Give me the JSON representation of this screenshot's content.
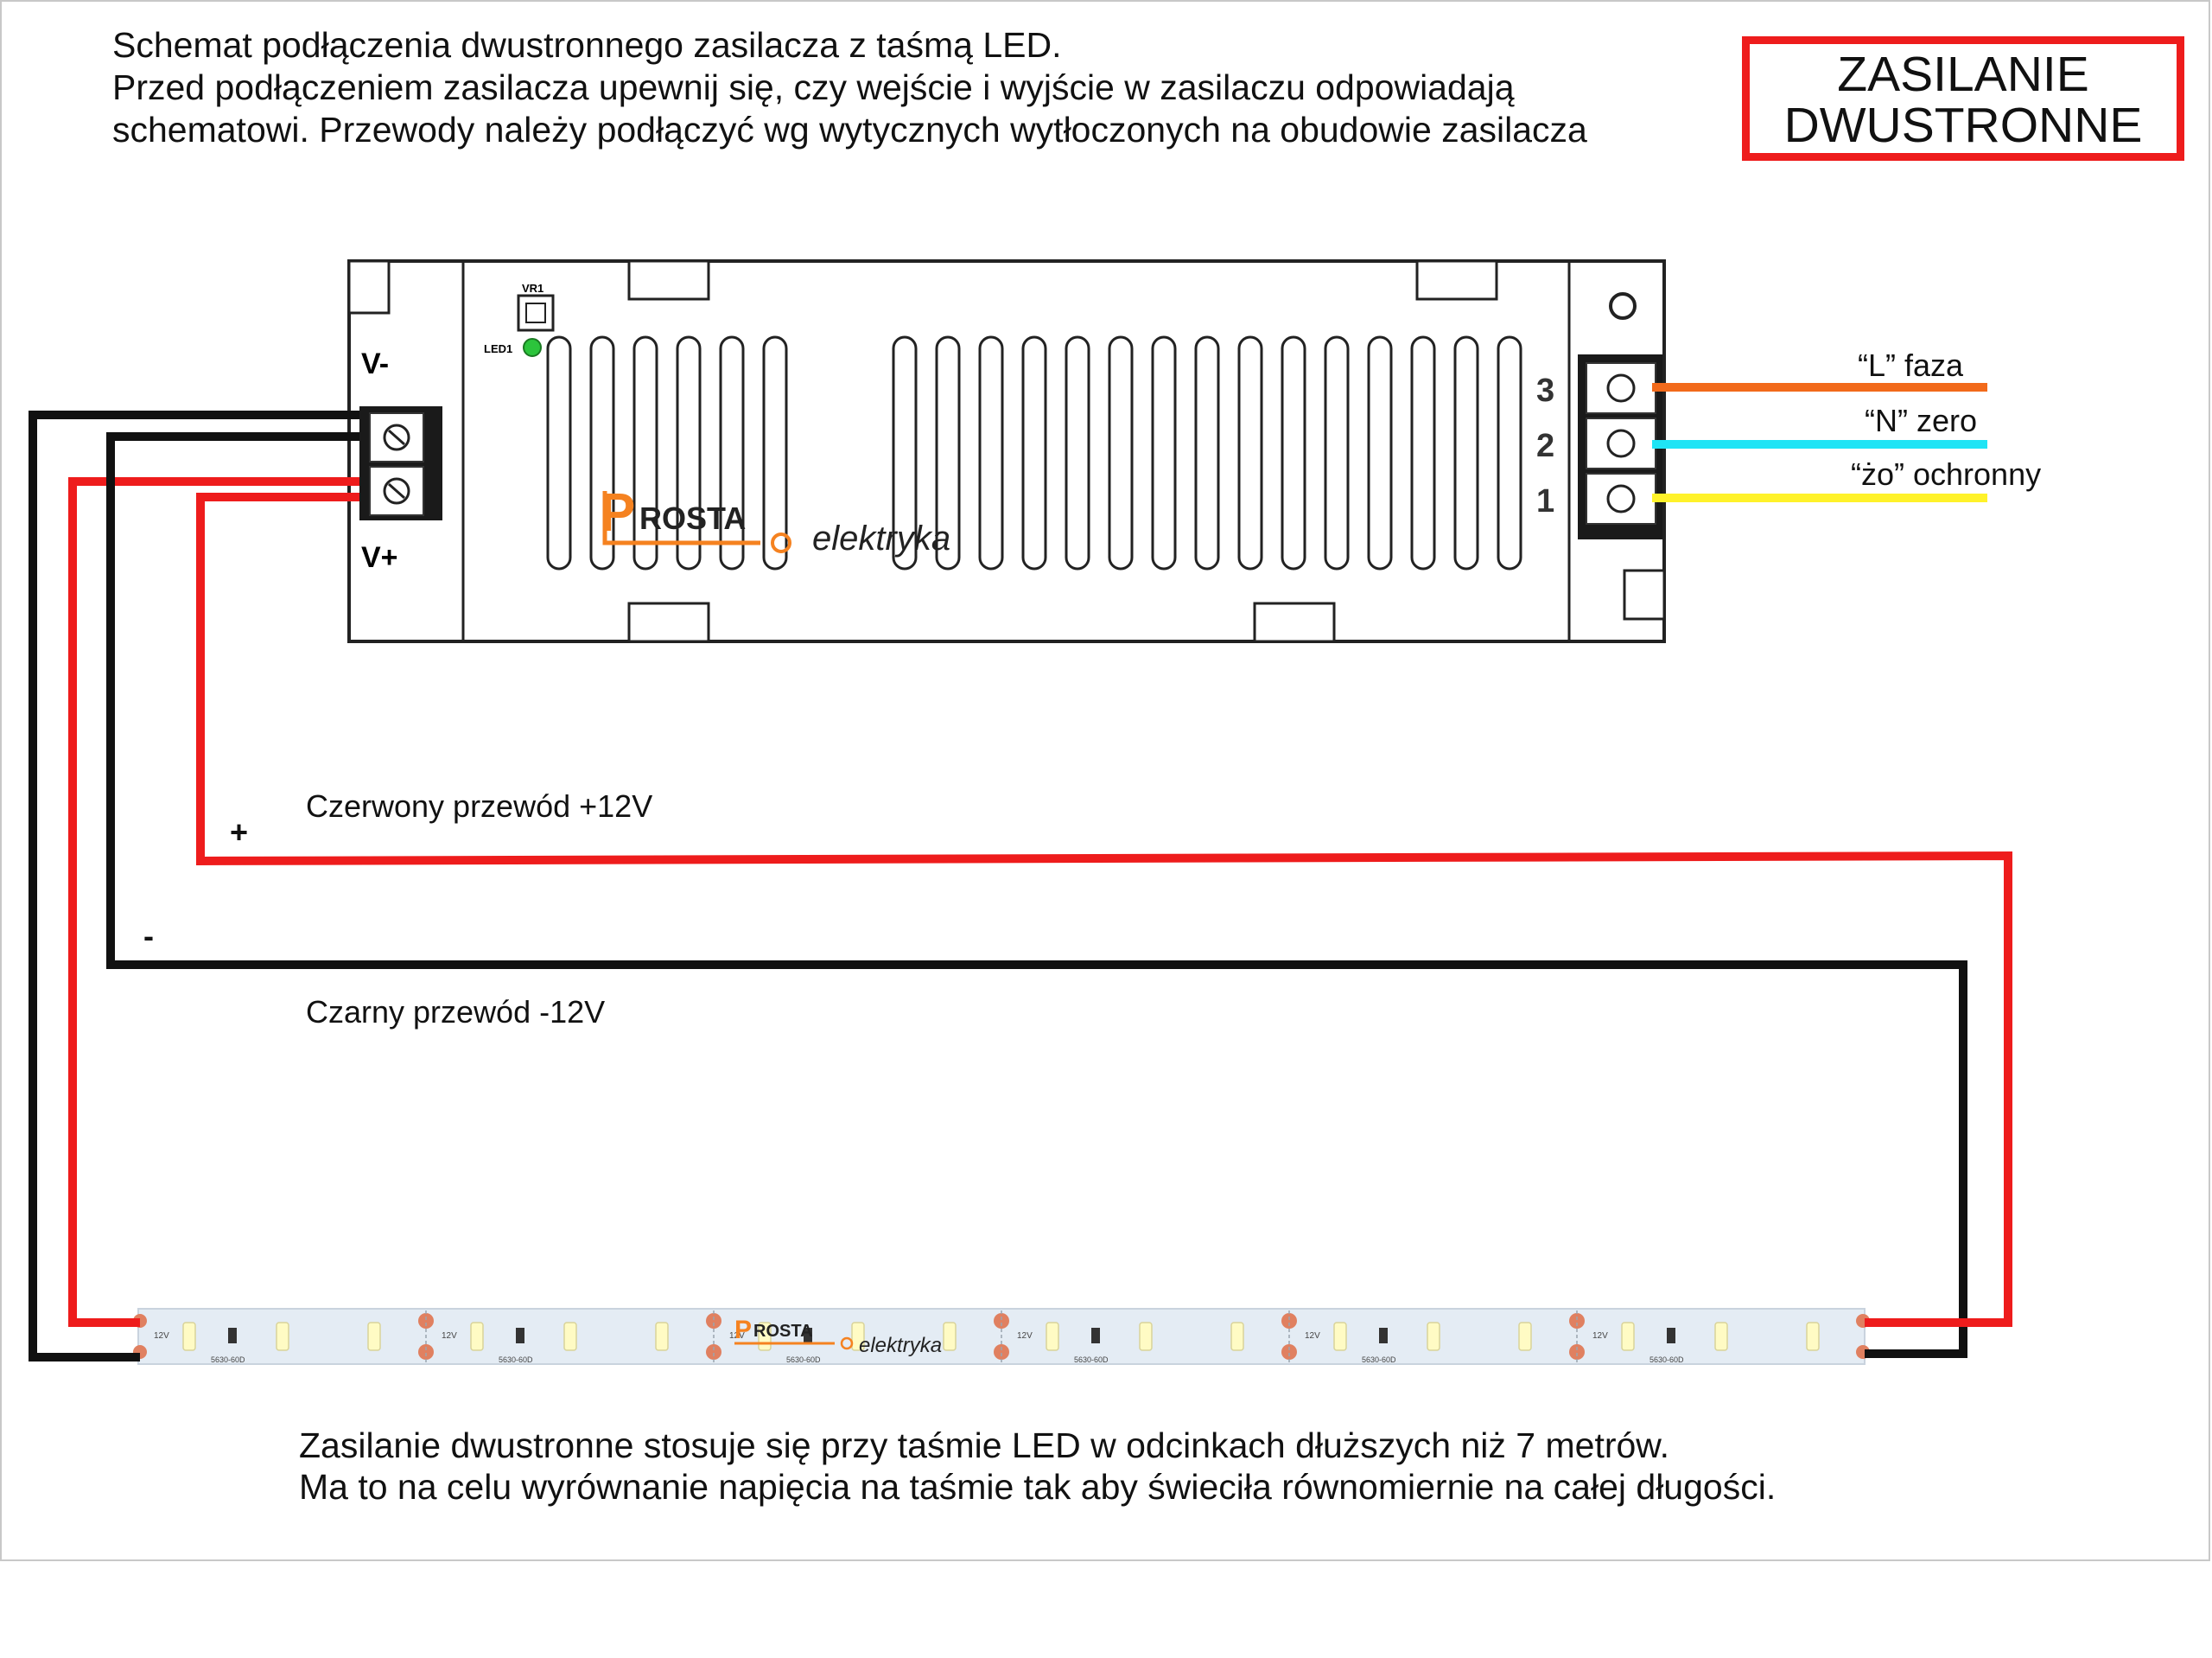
{
  "intro": {
    "line1": "Schemat podłączenia dwustronnego zasilacza z taśmą LED.",
    "line2": "Przed podłączeniem zasilacza upewnij się, czy wejście i wyjście w zasilaczu odpowiadają",
    "line3": "schematowi. Przewody należy podłączyć wg wytycznych wytłoczonych na obudowie zasilacza"
  },
  "badge": {
    "line1": "ZASILANIE",
    "line2": "DWUSTRONNE"
  },
  "psu": {
    "v_minus": "V-",
    "v_plus": "V+",
    "indicator_label": "VR1",
    "led_label": "LED1",
    "terminal_numbers": [
      "3",
      "2",
      "1"
    ]
  },
  "input_wires": [
    {
      "label": "“L” faza",
      "color": "#f26a1b"
    },
    {
      "label": "“N” zero",
      "color": "#1fe4f5"
    },
    {
      "label": "“żo” ochronny",
      "color": "#fff22a"
    }
  ],
  "output_wires": {
    "red_label": "Czerwony przewód +12V",
    "black_label": "Czarny przewód -12V",
    "plus_sign": "+",
    "minus_sign": "-",
    "red_color": "#ee1c1c",
    "black_color": "#111111"
  },
  "logo": {
    "word1": "ROSTA",
    "word1_initial": "P",
    "word2": "elektryka",
    "accent": "#f58220"
  },
  "strip": {
    "voltage_mark": "12V",
    "model_mark": "5630-60D",
    "led_color": "#fffbc4",
    "pad_color": "#e08060"
  },
  "bottom_note": {
    "line1": "Zasilanie dwustronne stosuje się przy taśmie LED w odcinkach dłuższych niż 7 metrów.",
    "line2": "Ma to na celu wyrównanie napięcia na taśmie tak aby świeciła równomiernie na całej długości."
  }
}
